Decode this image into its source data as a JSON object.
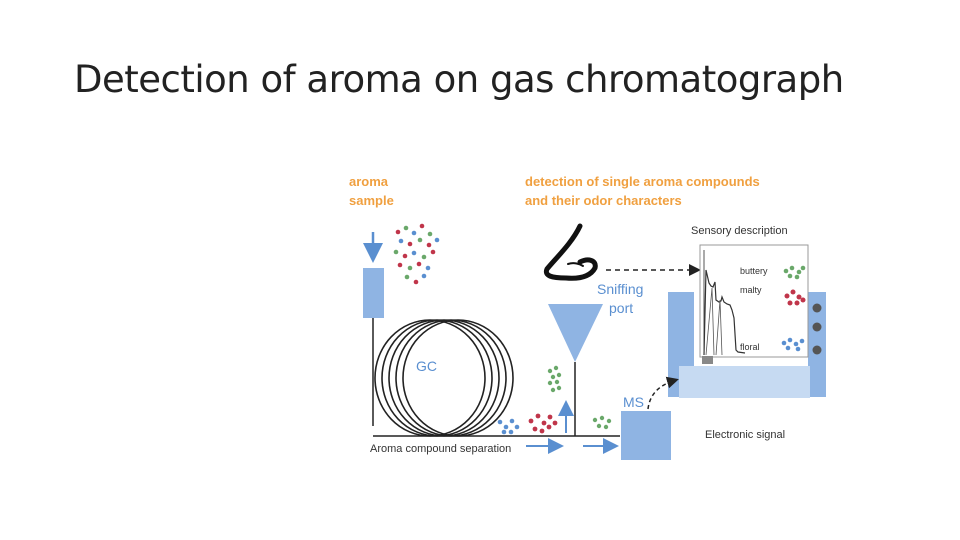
{
  "title": "Detection of aroma on gas chromatograph",
  "diagram": {
    "aroma_sample": [
      "aroma",
      "sample"
    ],
    "detection": [
      "detection of single aroma compounds",
      "and their odor characters"
    ],
    "sensory_description": "Sensory description",
    "odors": [
      "buttery",
      "malty",
      "floral"
    ],
    "sniffing_port": [
      "Sniffing",
      "port"
    ],
    "gc": "GC",
    "ms": "MS",
    "separation": "Aroma compound separation",
    "electronic_signal": "Electronic signal"
  }
}
